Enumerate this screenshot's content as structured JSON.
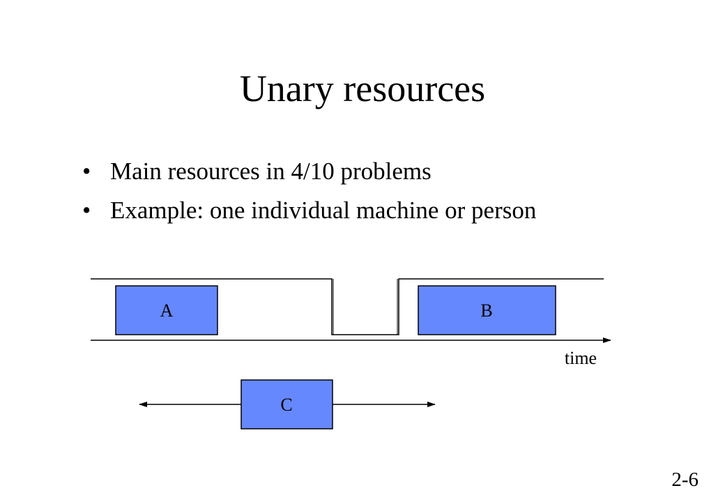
{
  "slide": {
    "title": "Unary resources",
    "bullets": [
      "Main resources in 4/10 problems",
      "Example: one individual machine or person"
    ],
    "page_number": "2-6"
  },
  "diagram": {
    "box_a_label": "A",
    "box_b_label": "B",
    "box_c_label": "C",
    "axis_label": "time",
    "box_fill": "#6688ff",
    "line_color": "#000000"
  }
}
